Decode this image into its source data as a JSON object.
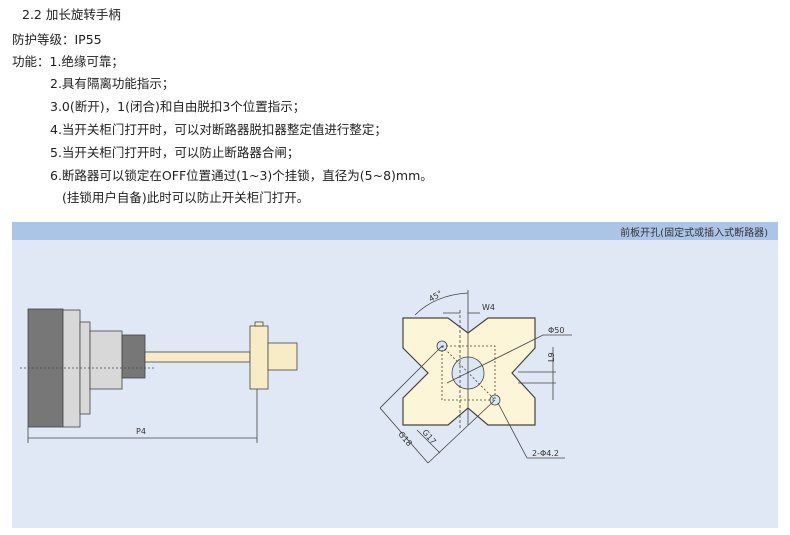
{
  "heading": "2.2 加长旋转手柄",
  "protection": "防护等级：IP55",
  "functions": [
    "功能：1.绝缘可靠；",
    "2.具有隔离功能指示；",
    "3.0(断开)，1(闭合)和自由脱扣3个位置指示；",
    "4.当开关柜门打开时，可以对断路器脱扣器整定值进行整定；",
    "5.当开关柜门打开时，可以防止断路器合闸；",
    "6.断路器可以锁定在OFF位置通过(1~3)个挂锁，直径为(5~8)mm。",
    "(挂锁用户自备)此时可以防止开关柜门打开。"
  ],
  "panel": {
    "title": "前板开孔(固定式或插入式断路器)",
    "labels": {
      "p4": "P4",
      "angle": "45°",
      "w4": "W4",
      "phi50": "Φ50",
      "l9": "L9",
      "g18": "G18",
      "g17": "G17",
      "holes": "2-Φ4.2"
    }
  },
  "colors": {
    "header": "#abc5e7",
    "panel": "#e1e8f5",
    "part": "#fdf5d8"
  }
}
